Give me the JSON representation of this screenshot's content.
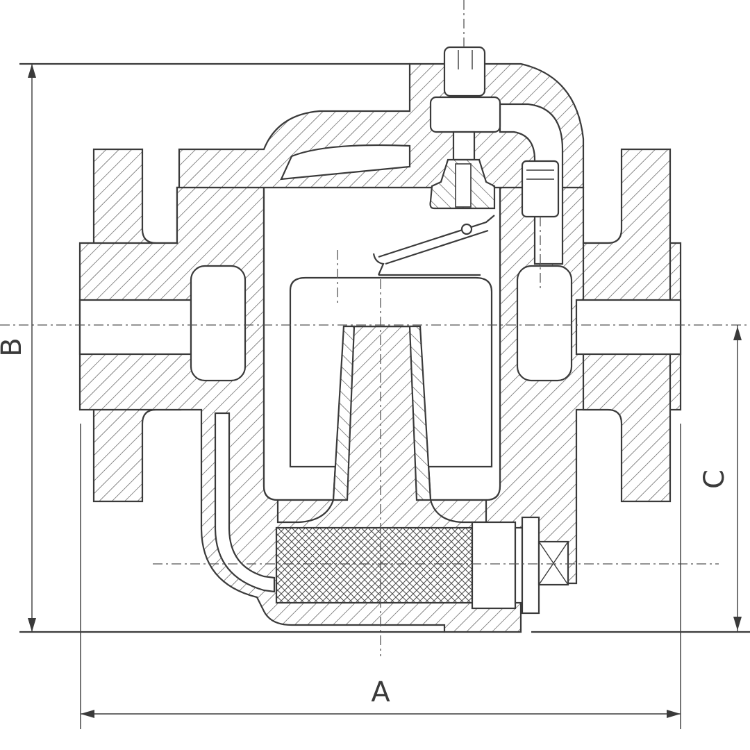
{
  "drawing": {
    "dimension_labels": {
      "a": "A",
      "b": "B",
      "c": "C"
    },
    "line_color": "#3a3a3a",
    "background": "#ffffff"
  }
}
